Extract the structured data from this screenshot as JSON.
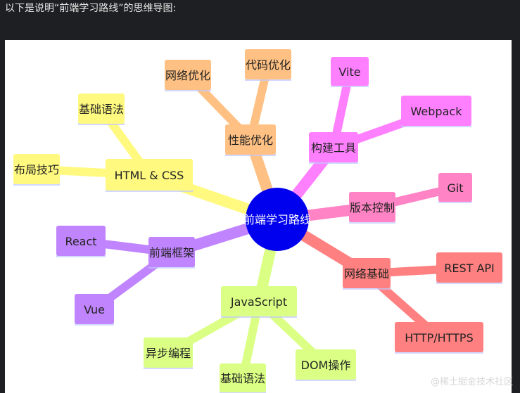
{
  "header": {
    "text": "以下是说明“前端学习路线”的思维导图:"
  },
  "watermark": "@稀土掘金技术社区",
  "mindmap": {
    "center": {
      "label": "前端学习路线",
      "color": "#0000ee",
      "text_color": "#ffffff"
    },
    "branches": [
      {
        "key": "html",
        "label": "HTML & CSS",
        "color": "#fff97f",
        "edge": "#fff97f",
        "children": [
          {
            "key": "html-basic",
            "label": "基础语法"
          },
          {
            "key": "html-layout",
            "label": "布局技巧"
          }
        ]
      },
      {
        "key": "perf",
        "label": "性能优化",
        "color": "#ffc183",
        "edge": "#ffc183",
        "children": [
          {
            "key": "perf-net",
            "label": "网络优化"
          },
          {
            "key": "perf-code",
            "label": "代码优化"
          }
        ]
      },
      {
        "key": "build",
        "label": "构建工具",
        "color": "#ff80ff",
        "edge": "#ff80ff",
        "children": [
          {
            "key": "build-vite",
            "label": "Vite"
          },
          {
            "key": "build-webpack",
            "label": "Webpack"
          }
        ]
      },
      {
        "key": "vcs",
        "label": "版本控制",
        "color": "#ff83c5",
        "edge": "#ff83c5",
        "children": [
          {
            "key": "vcs-git",
            "label": "Git"
          }
        ]
      },
      {
        "key": "network",
        "label": "网络基础",
        "color": "#ff8080",
        "edge": "#ff8080",
        "children": [
          {
            "key": "net-rest",
            "label": "REST API"
          },
          {
            "key": "net-http",
            "label": "HTTP/HTTPS"
          }
        ]
      },
      {
        "key": "js",
        "label": "JavaScript",
        "color": "#daff84",
        "edge": "#daff84",
        "children": [
          {
            "key": "js-async",
            "label": "异步编程"
          },
          {
            "key": "js-basic",
            "label": "基础语法"
          },
          {
            "key": "js-dom",
            "label": "DOM操作"
          }
        ]
      },
      {
        "key": "fw",
        "label": "前端框架",
        "color": "#c084ff",
        "edge": "#c084ff",
        "children": [
          {
            "key": "fw-react",
            "label": "React"
          },
          {
            "key": "fw-vue",
            "label": "Vue"
          }
        ]
      }
    ]
  }
}
